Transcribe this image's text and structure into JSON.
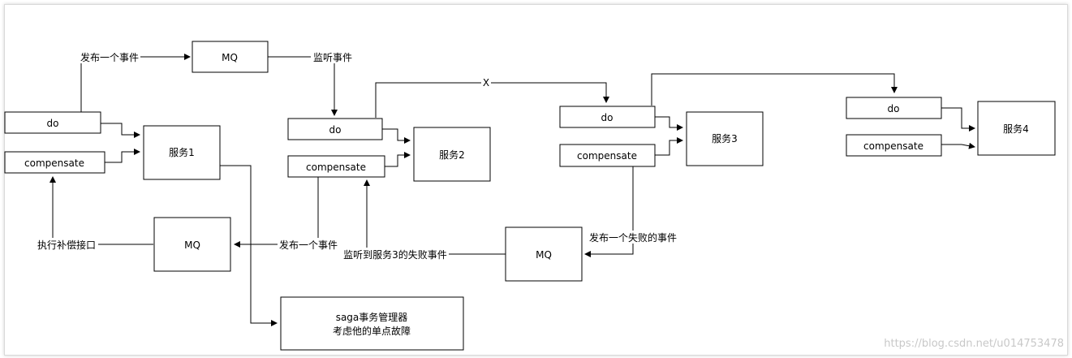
{
  "nodes": {
    "s1_do": "do",
    "s1_comp": "compensate",
    "service1": "服务1",
    "mq_top": "MQ",
    "s2_do": "do",
    "s2_comp": "compensate",
    "service2": "服务2",
    "s3_do": "do",
    "s3_comp": "compensate",
    "service3": "服务3",
    "s4_do": "do",
    "s4_comp": "compensate",
    "service4": "服务4",
    "mq_left": "MQ",
    "mq_mid": "MQ",
    "saga_line1": "saga事务管理器",
    "saga_line2": "考虑他的单点故障"
  },
  "edge_labels": {
    "publish_event_top": "发布一个事件",
    "listen_event": "监听事件",
    "x_mark": "X",
    "exec_compensate": "执行补偿接口",
    "publish_event_bottom": "发布一个事件",
    "listen_failure": "监听到服务3的失败事件",
    "publish_failure": "发布一个失败的事件"
  },
  "watermark": "https://blog.csdn.net/u014753478"
}
